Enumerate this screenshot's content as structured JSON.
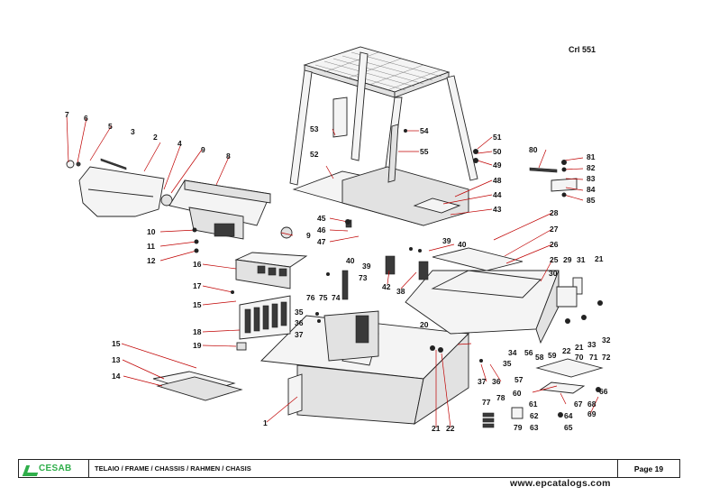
{
  "diagram_ref": "Crl 551",
  "footer": {
    "brand": "CESAB",
    "title": "TELAIO / FRAME / CHASSIS / RAHMEN / CHASIS",
    "page": "Page 19"
  },
  "watermark": "www.epcatalogs.com",
  "callouts": [
    "1",
    "2",
    "3",
    "4",
    "5",
    "6",
    "7",
    "8",
    "9",
    "9",
    "10",
    "11",
    "12",
    "13",
    "14",
    "15",
    "15",
    "16",
    "17",
    "18",
    "19",
    "20",
    "21",
    "21",
    "21",
    "22",
    "22",
    "25",
    "26",
    "27",
    "28",
    "29",
    "30",
    "31",
    "32",
    "33",
    "34",
    "35",
    "35",
    "36",
    "36",
    "37",
    "37",
    "38",
    "39",
    "39",
    "40",
    "40",
    "42",
    "43",
    "44",
    "45",
    "46",
    "47",
    "48",
    "49",
    "50",
    "51",
    "52",
    "53",
    "54",
    "55",
    "56",
    "57",
    "58",
    "59",
    "60",
    "61",
    "62",
    "63",
    "64",
    "65",
    "66",
    "67",
    "68",
    "69",
    "70",
    "71",
    "72",
    "73",
    "74",
    "75",
    "76",
    "77",
    "78",
    "79",
    "80",
    "81",
    "82",
    "83",
    "84",
    "85"
  ],
  "icons": [
    "cesab-logo-icon"
  ]
}
